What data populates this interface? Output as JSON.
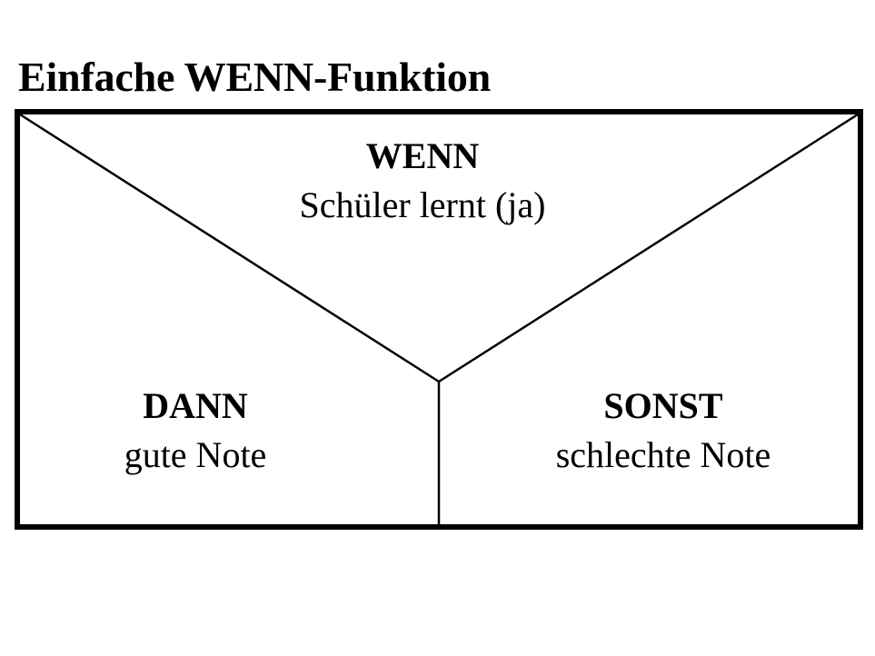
{
  "title": "Einfache WENN-Funktion",
  "condition": {
    "keyword": "WENN",
    "text": "Schüler lernt (ja)"
  },
  "then_branch": {
    "keyword": "DANN",
    "text": "gute Note"
  },
  "else_branch": {
    "keyword": "SONST",
    "text": "schlechte Note"
  },
  "colors": {
    "line": "#000000",
    "background": "#ffffff"
  }
}
